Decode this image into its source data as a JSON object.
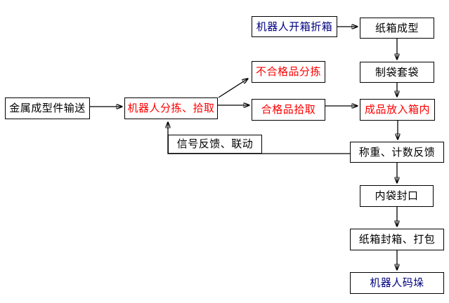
{
  "diagram": {
    "type": "flowchart",
    "background": "#FFFFFF"
  },
  "colors": {
    "black": "#000000",
    "red": "#FF0000",
    "blue": "#000080",
    "box_border": "#000000",
    "connector": "#000000"
  },
  "nodes": [
    {
      "id": "metal-part-conveying",
      "label": "金属成型件输送",
      "color": "black"
    },
    {
      "id": "robot-sorting-picking",
      "label": "机器人分拣、拾取",
      "color": "red"
    },
    {
      "id": "robot-box-opening-folding",
      "label": "机器人开箱折箱",
      "color": "blue"
    },
    {
      "id": "carton-forming",
      "label": "纸箱成型",
      "color": "black"
    },
    {
      "id": "defective-sorting",
      "label": "不合格品分拣",
      "color": "red"
    },
    {
      "id": "bag-making-bagging",
      "label": "制袋套袋",
      "color": "black"
    },
    {
      "id": "qualified-picking",
      "label": "合格品拾取",
      "color": "red"
    },
    {
      "id": "product-into-box",
      "label": "成品放入箱内",
      "color": "red"
    },
    {
      "id": "signal-feedback-linkage",
      "label": "信号反馈、联动",
      "color": "black"
    },
    {
      "id": "weighing-counting-feedback",
      "label": "称重、计数反馈",
      "color": "black"
    },
    {
      "id": "inner-bag-sealing",
      "label": "内袋封口",
      "color": "black"
    },
    {
      "id": "carton-sealing-packing",
      "label": "纸箱封箱、打包",
      "color": "black"
    },
    {
      "id": "robot-palletizing",
      "label": "机器人码垛",
      "color": "blue"
    }
  ],
  "edges": [
    {
      "from": "metal-part-conveying",
      "to": "robot-sorting-picking"
    },
    {
      "from": "robot-sorting-picking",
      "to": "defective-sorting"
    },
    {
      "from": "robot-sorting-picking",
      "to": "qualified-picking"
    },
    {
      "from": "robot-box-opening-folding",
      "to": "carton-forming"
    },
    {
      "from": "carton-forming",
      "to": "bag-making-bagging"
    },
    {
      "from": "bag-making-bagging",
      "to": "product-into-box"
    },
    {
      "from": "qualified-picking",
      "to": "product-into-box"
    },
    {
      "from": "product-into-box",
      "to": "weighing-counting-feedback"
    },
    {
      "from": "weighing-counting-feedback",
      "to": "robot-sorting-picking",
      "via_label": "signal-feedback-linkage"
    },
    {
      "from": "weighing-counting-feedback",
      "to": "inner-bag-sealing"
    },
    {
      "from": "inner-bag-sealing",
      "to": "carton-sealing-packing"
    },
    {
      "from": "carton-sealing-packing",
      "to": "robot-palletizing"
    }
  ]
}
